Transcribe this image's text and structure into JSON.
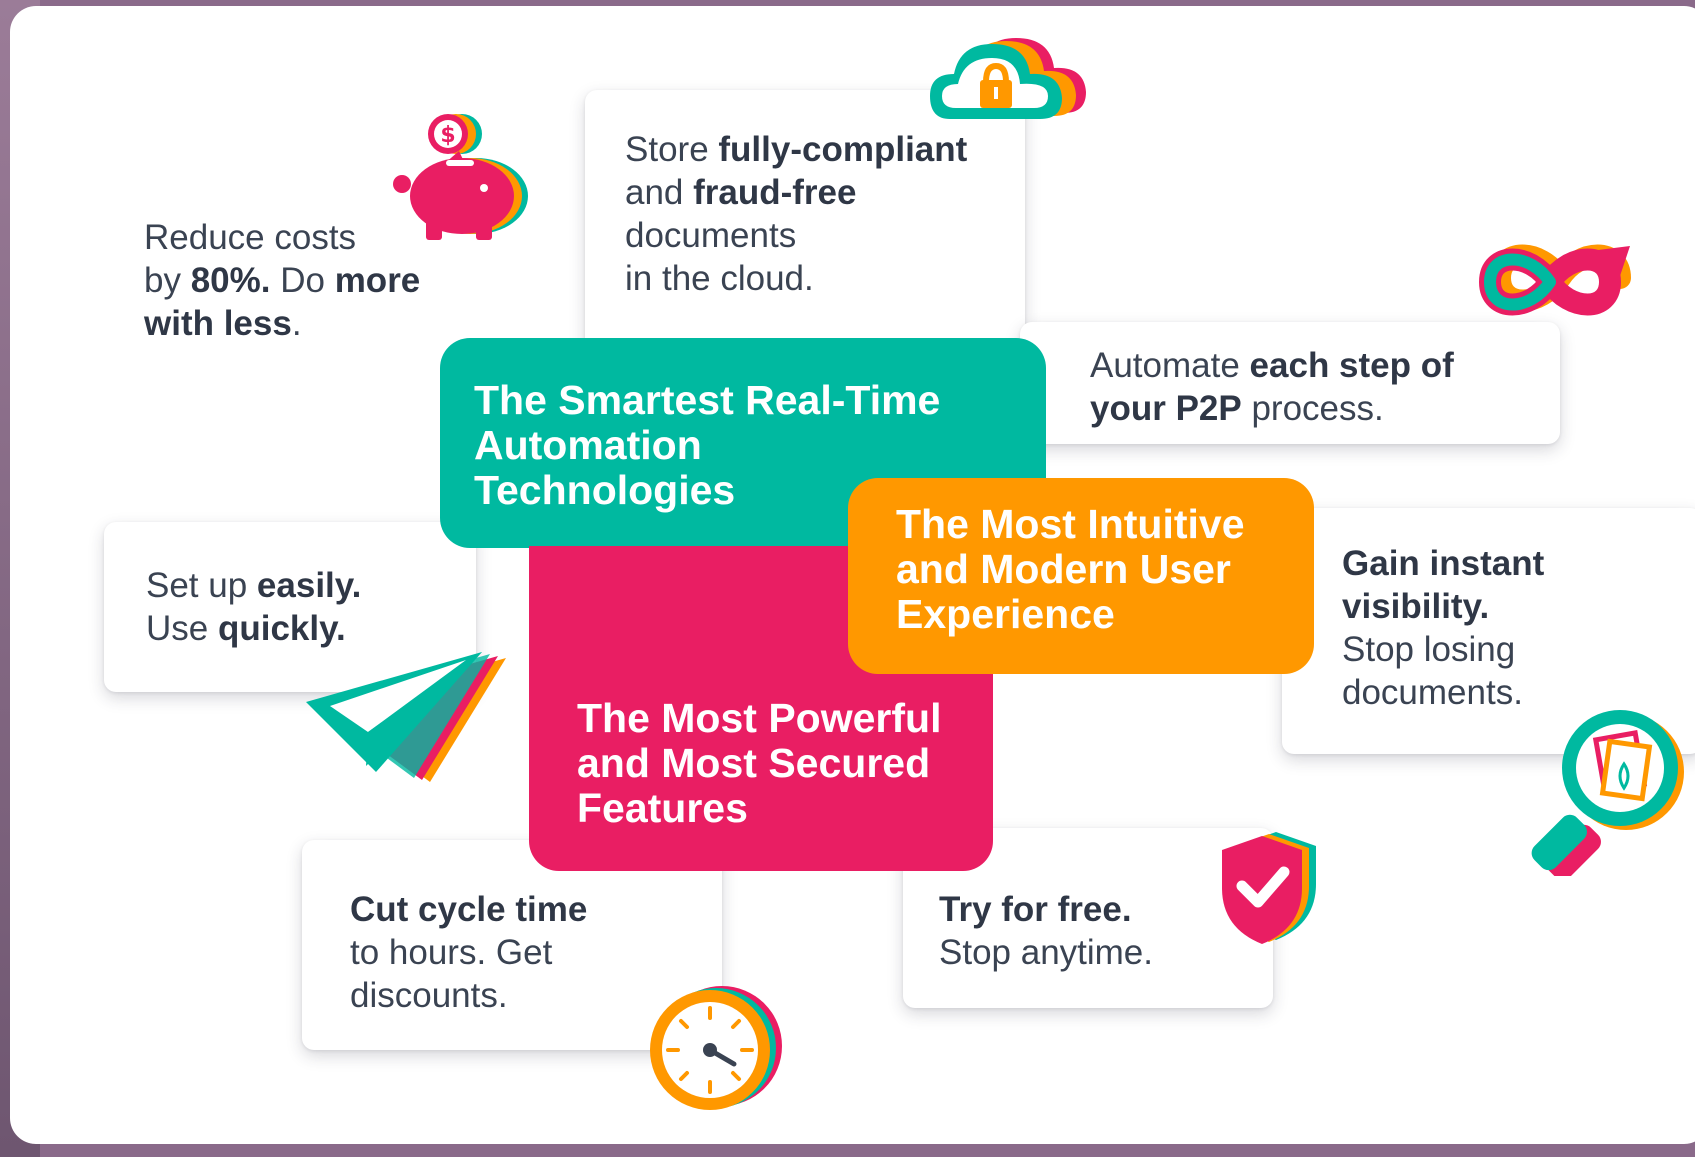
{
  "colors": {
    "teal": "#00b9a0",
    "pink": "#e91e63",
    "orange": "#ff9800",
    "text": "#3a4352"
  },
  "highlights": {
    "realtime": "The Smartest Real-Time Automation Technologies",
    "intuitive": "The Most Intuitive and Modern User Experience",
    "powerful": "The Most Powerful and Most Secured Features"
  },
  "features": {
    "costs": {
      "p1": "Reduce costs",
      "p2": "by ",
      "b1": "80%.",
      "p3": " Do ",
      "b2": "more",
      "b3": "with less",
      "p4": "."
    },
    "store": {
      "p1": "Store ",
      "b1": "fully-compliant",
      "p2": "and ",
      "b2": "fraud-free",
      "p3": "documents",
      "p4": "in the cloud."
    },
    "automate": {
      "p1": "Automate ",
      "b1": "each step of",
      "b2": "your P2P",
      "p2": " process."
    },
    "setup": {
      "p1": "Set up ",
      "b1": "easily.",
      "p2": "Use ",
      "b2": "quickly."
    },
    "visibility": {
      "b1": "Gain instant",
      "b2": "visibility.",
      "p1": "Stop losing",
      "p2": "documents."
    },
    "cycle": {
      "b1": "Cut cycle time",
      "p1": "to hours. Get",
      "p2": "discounts."
    },
    "free": {
      "b1": "Try for free.",
      "p1": "Stop anytime."
    }
  },
  "icons": [
    "piggy-bank-icon",
    "cloud-lock-icon",
    "infinity-arrow-icon",
    "paper-plane-icon",
    "magnifier-documents-icon",
    "shield-check-icon",
    "stopwatch-icon"
  ]
}
